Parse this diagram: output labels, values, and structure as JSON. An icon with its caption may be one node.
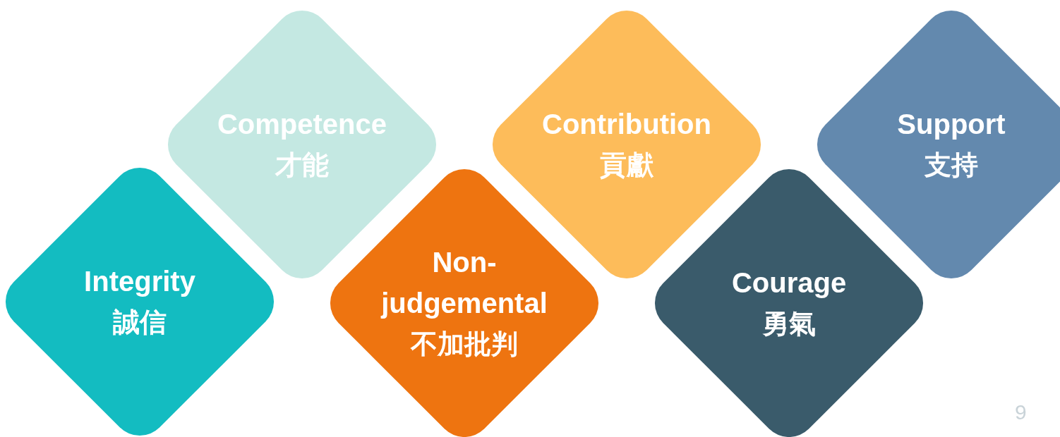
{
  "diagram": {
    "nodes": [
      {
        "text": [
          "Integrity",
          "誠信"
        ]
      },
      {
        "text": [
          "Competence",
          "才能"
        ]
      },
      {
        "text": [
          "Non-judgemental",
          "不加批判"
        ]
      },
      {
        "text": [
          "Contribution",
          "貢獻"
        ]
      },
      {
        "text": [
          "Courage",
          "勇氣"
        ]
      },
      {
        "text": [
          "Support",
          "支持"
        ]
      }
    ],
    "labels": [
      "9"
    ]
  }
}
